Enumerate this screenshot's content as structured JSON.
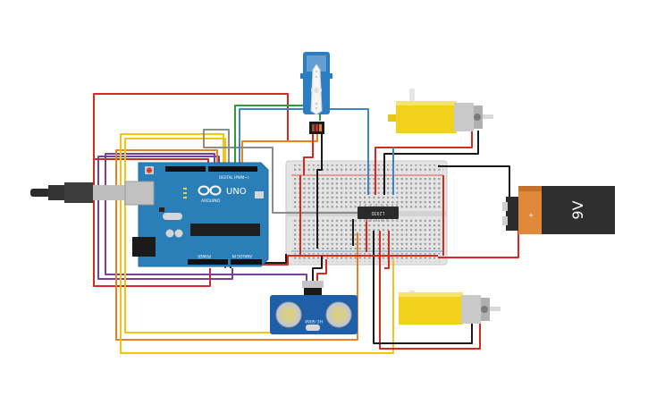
{
  "arduino": {
    "brand": "ARDUINO",
    "model": "UNO",
    "digital_label": "DIGITAL (PWM~)",
    "power_label": "POWER",
    "analog_label": "ANALOG IN"
  },
  "battery": {
    "label": "9V"
  },
  "driver_ic": {
    "label": "L293D"
  },
  "ultrasonic": {
    "label": "HC-SR04"
  },
  "colors": {
    "red": "#d42a1f",
    "black": "#1a1a1a",
    "green": "#2e9b3c",
    "blue": "#3f83c9",
    "orange": "#e8821e",
    "yellow": "#f0c419",
    "purple": "#7a3f9d",
    "gray": "#8c8c8c",
    "arduino_board": "#2a7fb8",
    "motor_yellow": "#f2d11c",
    "servo_blue": "#2c7ec4"
  }
}
